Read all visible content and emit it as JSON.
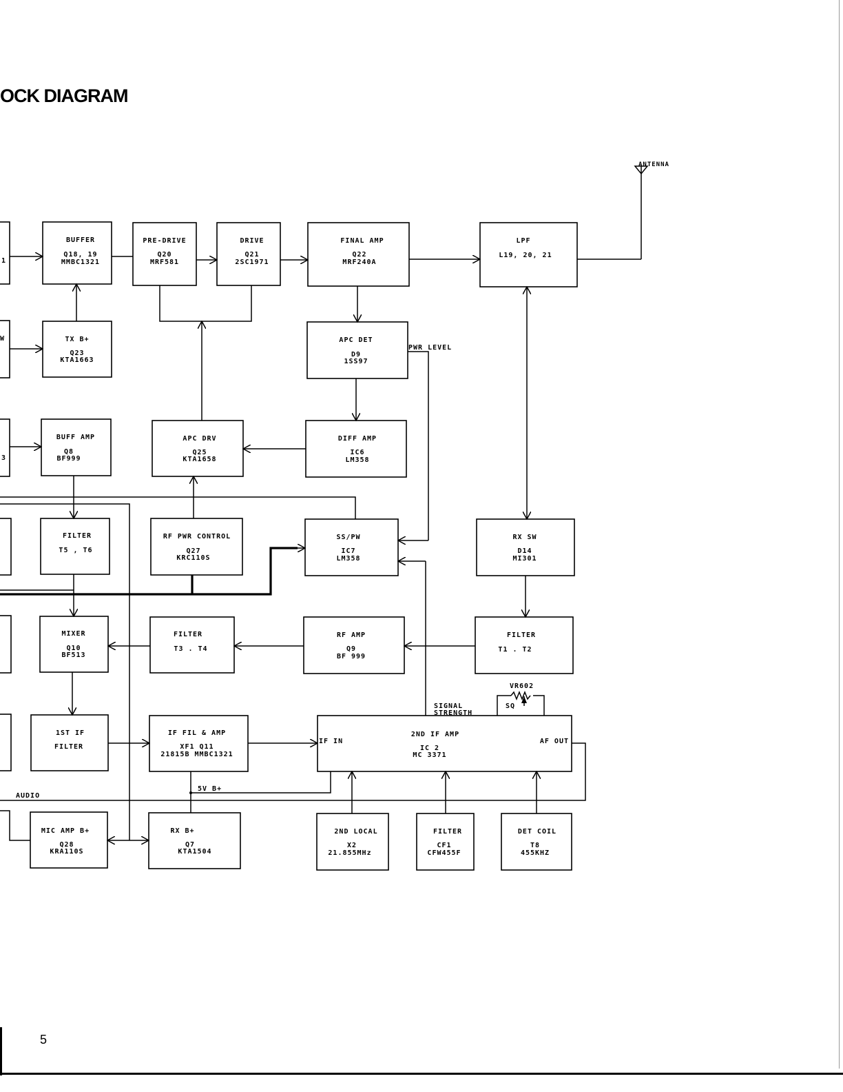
{
  "title": "OCK DIAGRAM",
  "page_number": "5",
  "labels": {
    "antenna": "ANTENNA",
    "pwr_level": "PWR LEVEL",
    "signal_strength_1": "SIGNAL",
    "signal_strength_2": "STRENGTH",
    "vr602": "VR602",
    "sq": "SQ",
    "audio": "AUDIO",
    "five_v": "5V B+",
    "if_in": "IF IN",
    "af_out": "AF OUT"
  },
  "blocks": {
    "buffer": [
      "BUFFER",
      "Q18, 19",
      "MMBC1321"
    ],
    "predrive": [
      "PRE-DRIVE",
      "Q20",
      "MRF581"
    ],
    "drive": [
      "DRIVE",
      "Q21",
      "2SC1971"
    ],
    "finalamp": [
      "FINAL AMP",
      "Q22",
      "MRF240A"
    ],
    "lpf": [
      "LPF",
      "L19, 20, 21"
    ],
    "txb": [
      "TX B+",
      "Q23",
      "KTA1663"
    ],
    "apcdet": [
      "APC DET",
      "D9",
      "1SS97"
    ],
    "buffamp": [
      "BUFF AMP",
      "Q8",
      "BF999"
    ],
    "apcdrv": [
      "APC DRV",
      "Q25",
      "KTA1658"
    ],
    "diffamp": [
      "DIFF AMP",
      "IC6",
      "LM358"
    ],
    "filter56": [
      "FILTER",
      "T5 , T6"
    ],
    "rfpwr": [
      "RF PWR CONTROL",
      "Q27",
      "KRC110S"
    ],
    "sspw": [
      "SS/PW",
      "IC7",
      "LM358"
    ],
    "rxsw": [
      "RX SW",
      "D14",
      "MI301"
    ],
    "mixer": [
      "MIXER",
      "Q10",
      "BF513"
    ],
    "filter34": [
      "FILTER",
      "T3 . T4"
    ],
    "rfamp": [
      "RF AMP",
      "Q9",
      "BF 999"
    ],
    "filter12": [
      "FILTER",
      "T1 . T2"
    ],
    "firstif": [
      "1ST IF",
      "FILTER"
    ],
    "iffil": [
      "IF FIL & AMP",
      "XF1    Q11",
      "21815B  MMBC1321"
    ],
    "secondif": [
      "2ND  IF AMP",
      "IC 2",
      "MC 3371"
    ],
    "micamp": [
      "MIC AMP B+",
      "Q28",
      "KRA110S"
    ],
    "rxb": [
      "RX B+",
      "Q7",
      "KTA1504"
    ],
    "secondlocal": [
      "2ND LOCAL",
      "X2",
      "21.855MHz"
    ],
    "filtercf": [
      "FILTER",
      "CF1",
      "CFW455F"
    ],
    "detcoil": [
      "DET COIL",
      "T8",
      "455KHZ"
    ]
  },
  "partial_left": {
    "r1": "1",
    "r2": "W",
    "r3": "3"
  }
}
